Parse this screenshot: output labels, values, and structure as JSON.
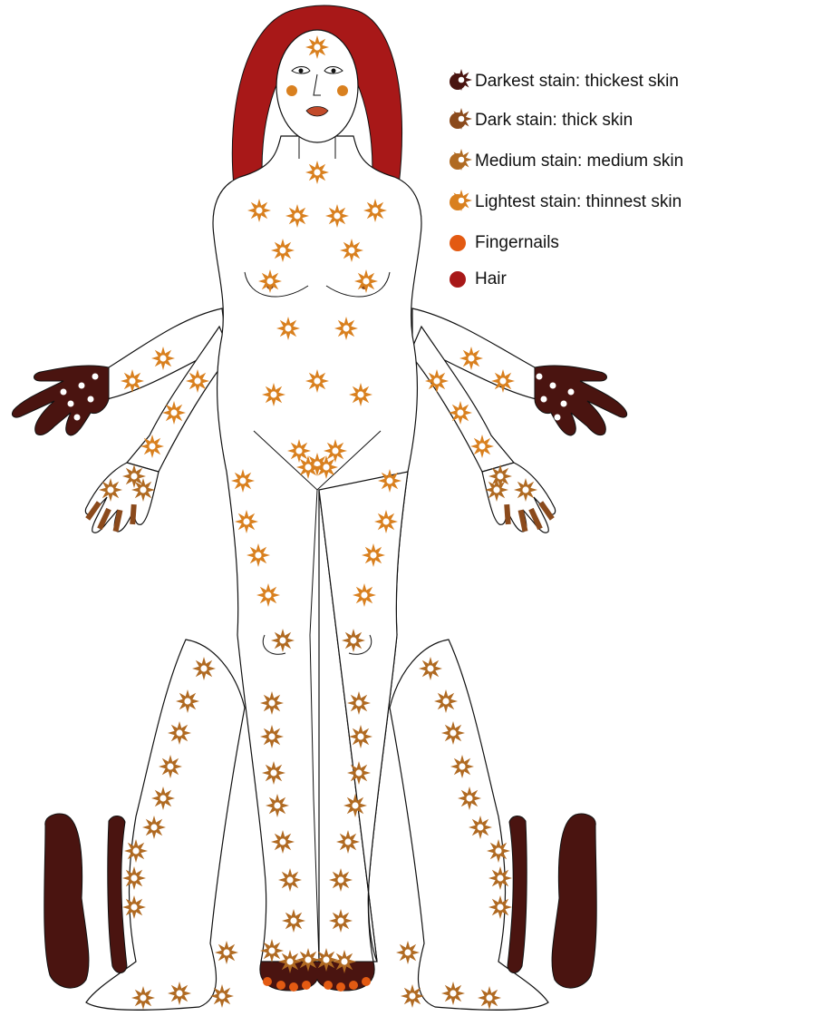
{
  "legend": [
    {
      "label": "Darkest stain: thickest skin",
      "color": "#4a1410",
      "star": true
    },
    {
      "label": "Dark stain: thick skin",
      "color": "#8b4a1c",
      "star": true
    },
    {
      "label": "Medium stain: medium skin",
      "color": "#b06a22",
      "star": true
    },
    {
      "label": "Lightest stain: thinnest skin",
      "color": "#d9801f",
      "star": true
    },
    {
      "label": "Fingernails",
      "color": "#e35a12",
      "star": false
    },
    {
      "label": "Hair",
      "color": "#a81818",
      "star": false
    }
  ],
  "colors": {
    "hair": "#a81818",
    "darkest": "#4a1410",
    "dark": "#8b4a1c",
    "medium": "#b06a22",
    "lightest": "#d9801f",
    "nails": "#e35a12",
    "outline": "#111111",
    "skin": "#ffffff"
  }
}
